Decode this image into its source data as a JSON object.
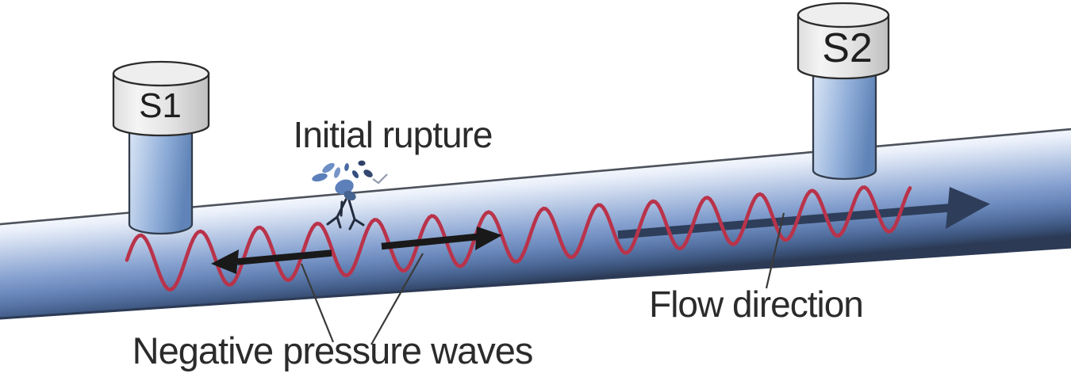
{
  "figure": {
    "labels": {
      "sensor1": "S1",
      "sensor2": "S2",
      "initial_rupture": "Initial rupture",
      "negative_pressure_waves": "Negative pressure waves",
      "flow_direction": "Flow direction"
    },
    "colors": {
      "pipe_light": "#f4f7fc",
      "pipe_mid": "#85a0cf",
      "pipe_dark": "#2c3a55",
      "pipe_edge_line": "#4d525c",
      "pressure_wave_red": "#b9334a",
      "flow_arrow_navy": "#2e3e5a",
      "wave_arrow_black": "#191919",
      "sensor_cap_gray": "#eeeeee",
      "sensor_stem_blue": "#8fadd8",
      "annotation_line": "#3a3a3a",
      "text": "#2b2b2b"
    },
    "icons": {
      "rupture_splash": "fluid-splash at leak point on pipe"
    }
  }
}
